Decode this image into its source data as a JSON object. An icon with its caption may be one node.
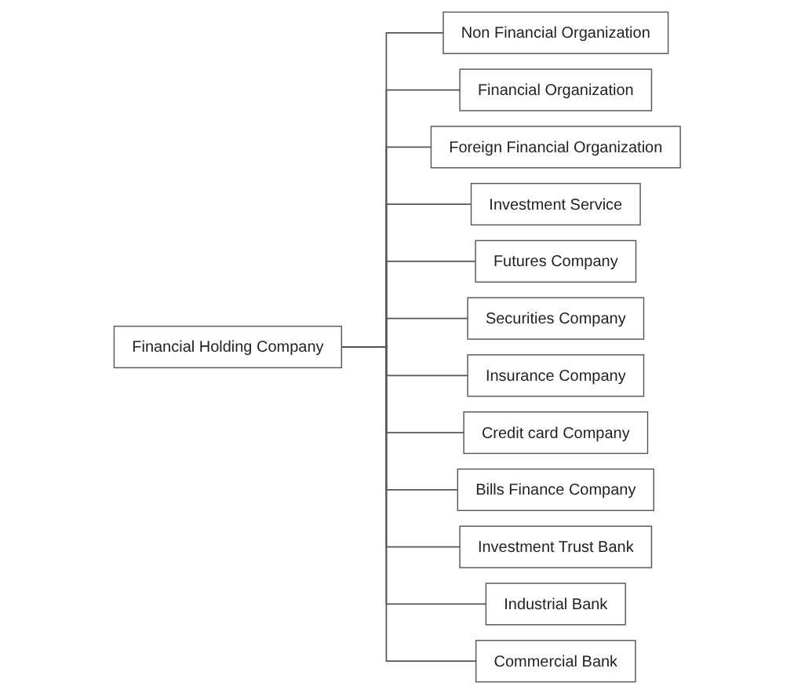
{
  "diagram": {
    "nodes": [
      {
        "text": [
          "Financial Holding Company"
        ]
      },
      {
        "text": [
          "Non Financial Organization"
        ]
      },
      {
        "text": [
          "Financial Organization"
        ]
      },
      {
        "text": [
          "Foreign Financial Organization"
        ]
      },
      {
        "text": [
          "Investment Service"
        ]
      },
      {
        "text": [
          "Futures Company"
        ]
      },
      {
        "text": [
          "Securities Company"
        ]
      },
      {
        "text": [
          "Insurance Company"
        ]
      },
      {
        "text": [
          "Credit card Company"
        ]
      },
      {
        "text": [
          "Bills Finance Company"
        ]
      },
      {
        "text": [
          "Investment Trust Bank"
        ]
      },
      {
        "text": [
          "Industrial Bank"
        ]
      },
      {
        "text": [
          "Commercial Bank"
        ]
      }
    ],
    "edges": [
      {
        "from": 0,
        "to": 1,
        "arrow": "none"
      },
      {
        "from": 0,
        "to": 2,
        "arrow": "none"
      },
      {
        "from": 0,
        "to": 3,
        "arrow": "none"
      },
      {
        "from": 0,
        "to": 4,
        "arrow": "none"
      },
      {
        "from": 0,
        "to": 5,
        "arrow": "none"
      },
      {
        "from": 0,
        "to": 6,
        "arrow": "none"
      },
      {
        "from": 0,
        "to": 7,
        "arrow": "none"
      },
      {
        "from": 0,
        "to": 8,
        "arrow": "none"
      },
      {
        "from": 0,
        "to": 9,
        "arrow": "none"
      },
      {
        "from": 0,
        "to": 10,
        "arrow": "none"
      },
      {
        "from": 0,
        "to": 11,
        "arrow": "none"
      },
      {
        "from": 0,
        "to": 12,
        "arrow": "none"
      }
    ]
  }
}
